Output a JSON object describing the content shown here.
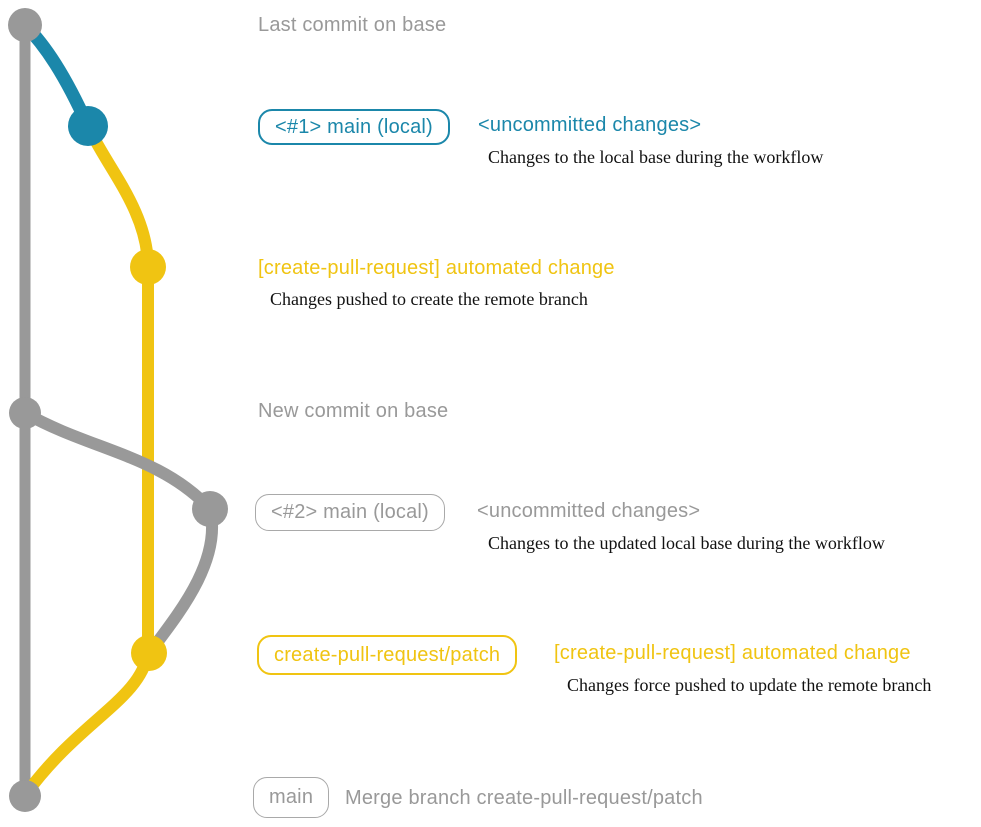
{
  "colors": {
    "base_gray": "#999999",
    "main_blue": "#1b87aa",
    "branch_yellow": "#f0c412",
    "desc_black": "#111111",
    "background": "#ffffff"
  },
  "diagram": {
    "description": "Git graph of the create-pull-request action workflow",
    "branches": [
      {
        "name": "base",
        "color": "#999999"
      },
      {
        "name": "main (local)",
        "color": "#1b87aa"
      },
      {
        "name": "create-pull-request/patch",
        "color": "#f0c412"
      }
    ],
    "rows": {
      "last_commit": {
        "label": "Last commit on base"
      },
      "local_main_1": {
        "badge": "<#1> main (local)",
        "title": "<uncommitted changes>",
        "desc": "Changes to the local base during the workflow"
      },
      "automated_change_1": {
        "title": "[create-pull-request] automated change",
        "desc": "Changes pushed to create the remote branch"
      },
      "new_commit": {
        "label": "New commit on base"
      },
      "local_main_2": {
        "badge": "<#2> main (local)",
        "title": "<uncommitted changes>",
        "desc": "Changes to the updated local base during the workflow"
      },
      "automated_change_2": {
        "badge": "create-pull-request/patch",
        "title": "[create-pull-request] automated change",
        "desc": "Changes force pushed to update the remote branch"
      },
      "merge": {
        "badge": "main",
        "label": "Merge branch create-pull-request/patch"
      }
    }
  }
}
